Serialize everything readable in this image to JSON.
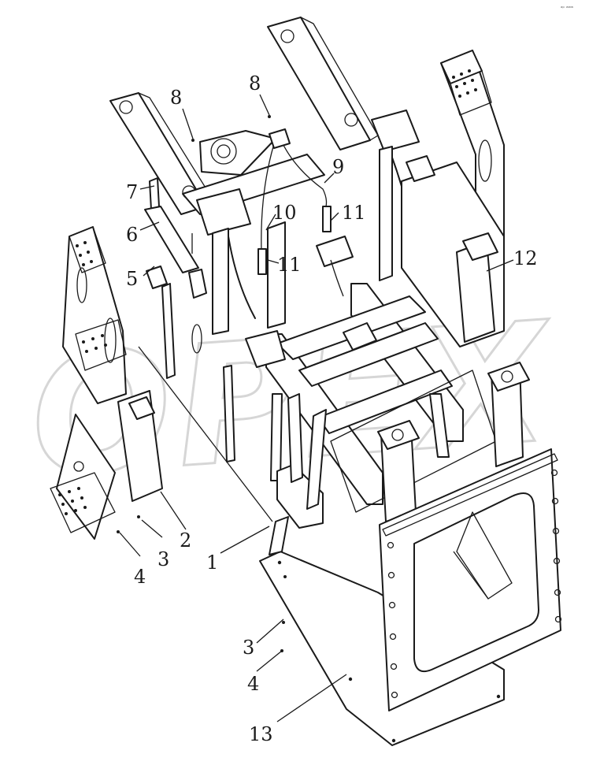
{
  "diagram": {
    "callouts": [
      {
        "id": "callout-1a",
        "label": "1"
      },
      {
        "id": "callout-2",
        "label": "2"
      },
      {
        "id": "callout-3a",
        "label": "3"
      },
      {
        "id": "callout-3b",
        "label": "3"
      },
      {
        "id": "callout-4a",
        "label": "4"
      },
      {
        "id": "callout-4b",
        "label": "4"
      },
      {
        "id": "callout-5",
        "label": "5"
      },
      {
        "id": "callout-6",
        "label": "6"
      },
      {
        "id": "callout-7",
        "label": "7"
      },
      {
        "id": "callout-8a",
        "label": "8"
      },
      {
        "id": "callout-8b",
        "label": "8"
      },
      {
        "id": "callout-9",
        "label": "9"
      },
      {
        "id": "callout-10",
        "label": "10"
      },
      {
        "id": "callout-11a",
        "label": "11"
      },
      {
        "id": "callout-11b",
        "label": "11"
      },
      {
        "id": "callout-12",
        "label": "12"
      },
      {
        "id": "callout-13",
        "label": "13"
      }
    ],
    "watermark": "OPEX",
    "corner_mark": "ᵃᵖ ʷʷʷ",
    "colors": {
      "line": "#1a1a1a",
      "watermark": "#d6d6d6",
      "background": "#ffffff"
    }
  }
}
